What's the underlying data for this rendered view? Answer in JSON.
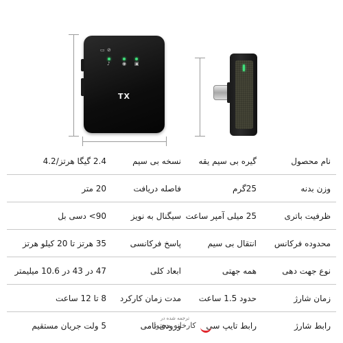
{
  "product_image": {
    "device_label": "TX"
  },
  "specs": [
    {
      "label1": "نام محصول",
      "value1": "گیره بی سیم یقه",
      "label2": "نسخه بی سیم",
      "value2": "2.4 گیگا هرتز/4.2"
    },
    {
      "label1": "وزن بدنه",
      "value1": "25گرم",
      "label2": "فاصله دریافت",
      "value2": "20 متر"
    },
    {
      "label1": "ظرفیت باتری",
      "value1": "25 میلی آمپر ساعت",
      "label2": "سیگنال به نویز",
      "value2": "90> دسی بل"
    },
    {
      "label1": "محدوده فرکانس",
      "value1": "انتقال بی سیم",
      "label2": "پاسخ فرکانسی",
      "value2": "35 هرتز تا 20 کیلو هرتز"
    },
    {
      "label1": "نوع جهت دهی",
      "value1": "همه جهتی",
      "label2": "ابعاد کلی",
      "value2": "47 در 43 در 10.6 میلیمتر"
    },
    {
      "label1": "زمان شارژ",
      "value1": "حدود 1.5 ساعت",
      "label2": "مدت زمان کارکرد",
      "value2": "8 تا 12 ساعت"
    },
    {
      "label1": "رابط شارژ",
      "value1": "رابط تایپ سی",
      "label2": "ورودی نامی",
      "value2": "5 ولت جریان مستقیم"
    }
  ],
  "watermark": {
    "small": "ترجمه شده در",
    "big": "کارخانه محتوا"
  }
}
